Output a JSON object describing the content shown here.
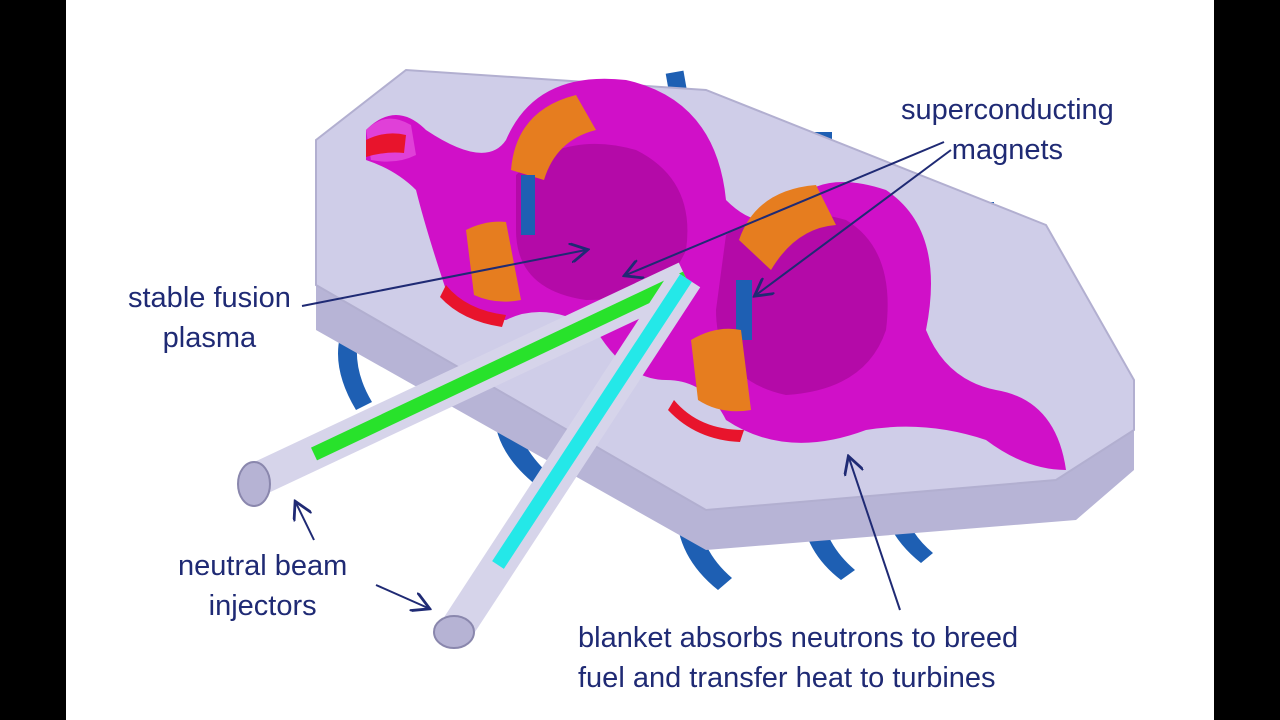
{
  "labels": {
    "superconducting_magnets": "superconducting\nmagnets",
    "stable_fusion_plasma": "stable fusion\nplasma",
    "neutral_beam_injectors": "neutral beam\ninjectors",
    "blanket": "blanket absorbs neutrons to breed\nfuel and transfer heat to turbines"
  },
  "colors": {
    "label_text": "#1f2a74",
    "arrow": "#1f2a74",
    "blanket_body": "#cfcde8",
    "plasma_chamber": "#d010c8",
    "magnet_coils": "#e67d1f",
    "support_brackets": "#1e5fb3",
    "beam_green": "#28e22b",
    "beam_cyan": "#24e8e8",
    "divertor_red": "#e8142c"
  }
}
